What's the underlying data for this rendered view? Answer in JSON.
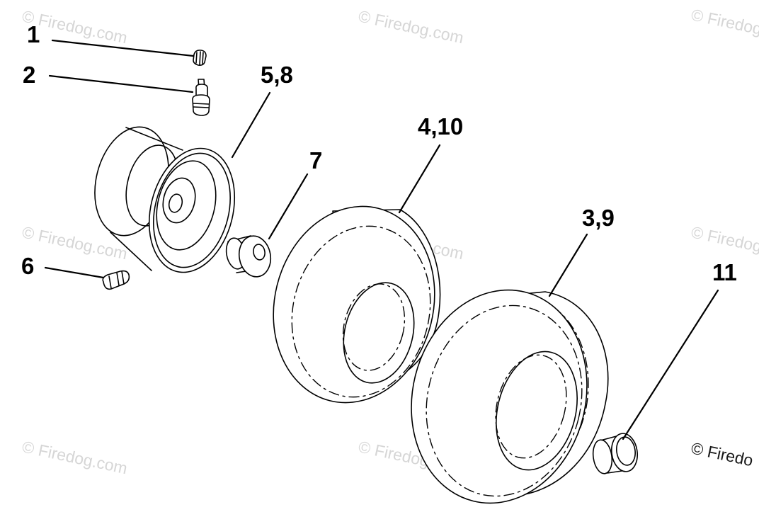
{
  "watermarks": [
    "© Firedog.com",
    "© Firedog.com",
    "© Firedog.com",
    "© Firedog.com",
    "© Firedog.com",
    "© Firedog.com",
    "© Firedog.com",
    "© Firedog.com",
    "© Firedo"
  ],
  "callouts": {
    "valve_cap": "1",
    "valve_stem": "2",
    "wheel_rim": "5,8",
    "grease_fitting": "6",
    "bushing": "7",
    "tire_rear": "4,10",
    "tire_front": "3,9",
    "hub_cap": "11"
  },
  "colors": {
    "line": "#000000",
    "background": "#ffffff",
    "watermark": "#d6d6d6"
  }
}
